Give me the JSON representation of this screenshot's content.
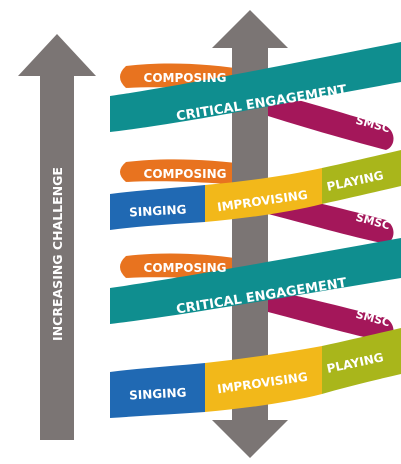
{
  "colors": {
    "arrow": "#7b7574",
    "orange": "#e8731f",
    "teal": "#0f8e8f",
    "magenta": "#a4175a",
    "blue": "#2069b3",
    "yellow": "#f2b81a",
    "lime": "#a9b61b",
    "text_light": "#ffffff",
    "text_dark": "#ffffff"
  },
  "left_arrow": {
    "label": "INCREASING CHALLENGE",
    "icon": "up-arrow-icon"
  },
  "center_arrow": {
    "icon": "double-headed-vertical-arrow-icon"
  },
  "spiral": {
    "turn1": {
      "composing": "COMPOSING",
      "critical_engagement": "CRITICAL ENGAGEMENT",
      "smsc": "SMSC"
    },
    "turn2": {
      "composing": "COMPOSING",
      "singing": "SINGING",
      "improvising": "IMPROVISING",
      "playing": "PLAYING",
      "smsc": "SMSC"
    },
    "turn3": {
      "composing": "COMPOSING",
      "critical_engagement": "CRITICAL ENGAGEMENT",
      "smsc": "SMSC"
    },
    "turn4": {
      "singing": "SINGING",
      "improvising": "IMPROVISING",
      "playing": "PLAYING"
    }
  }
}
